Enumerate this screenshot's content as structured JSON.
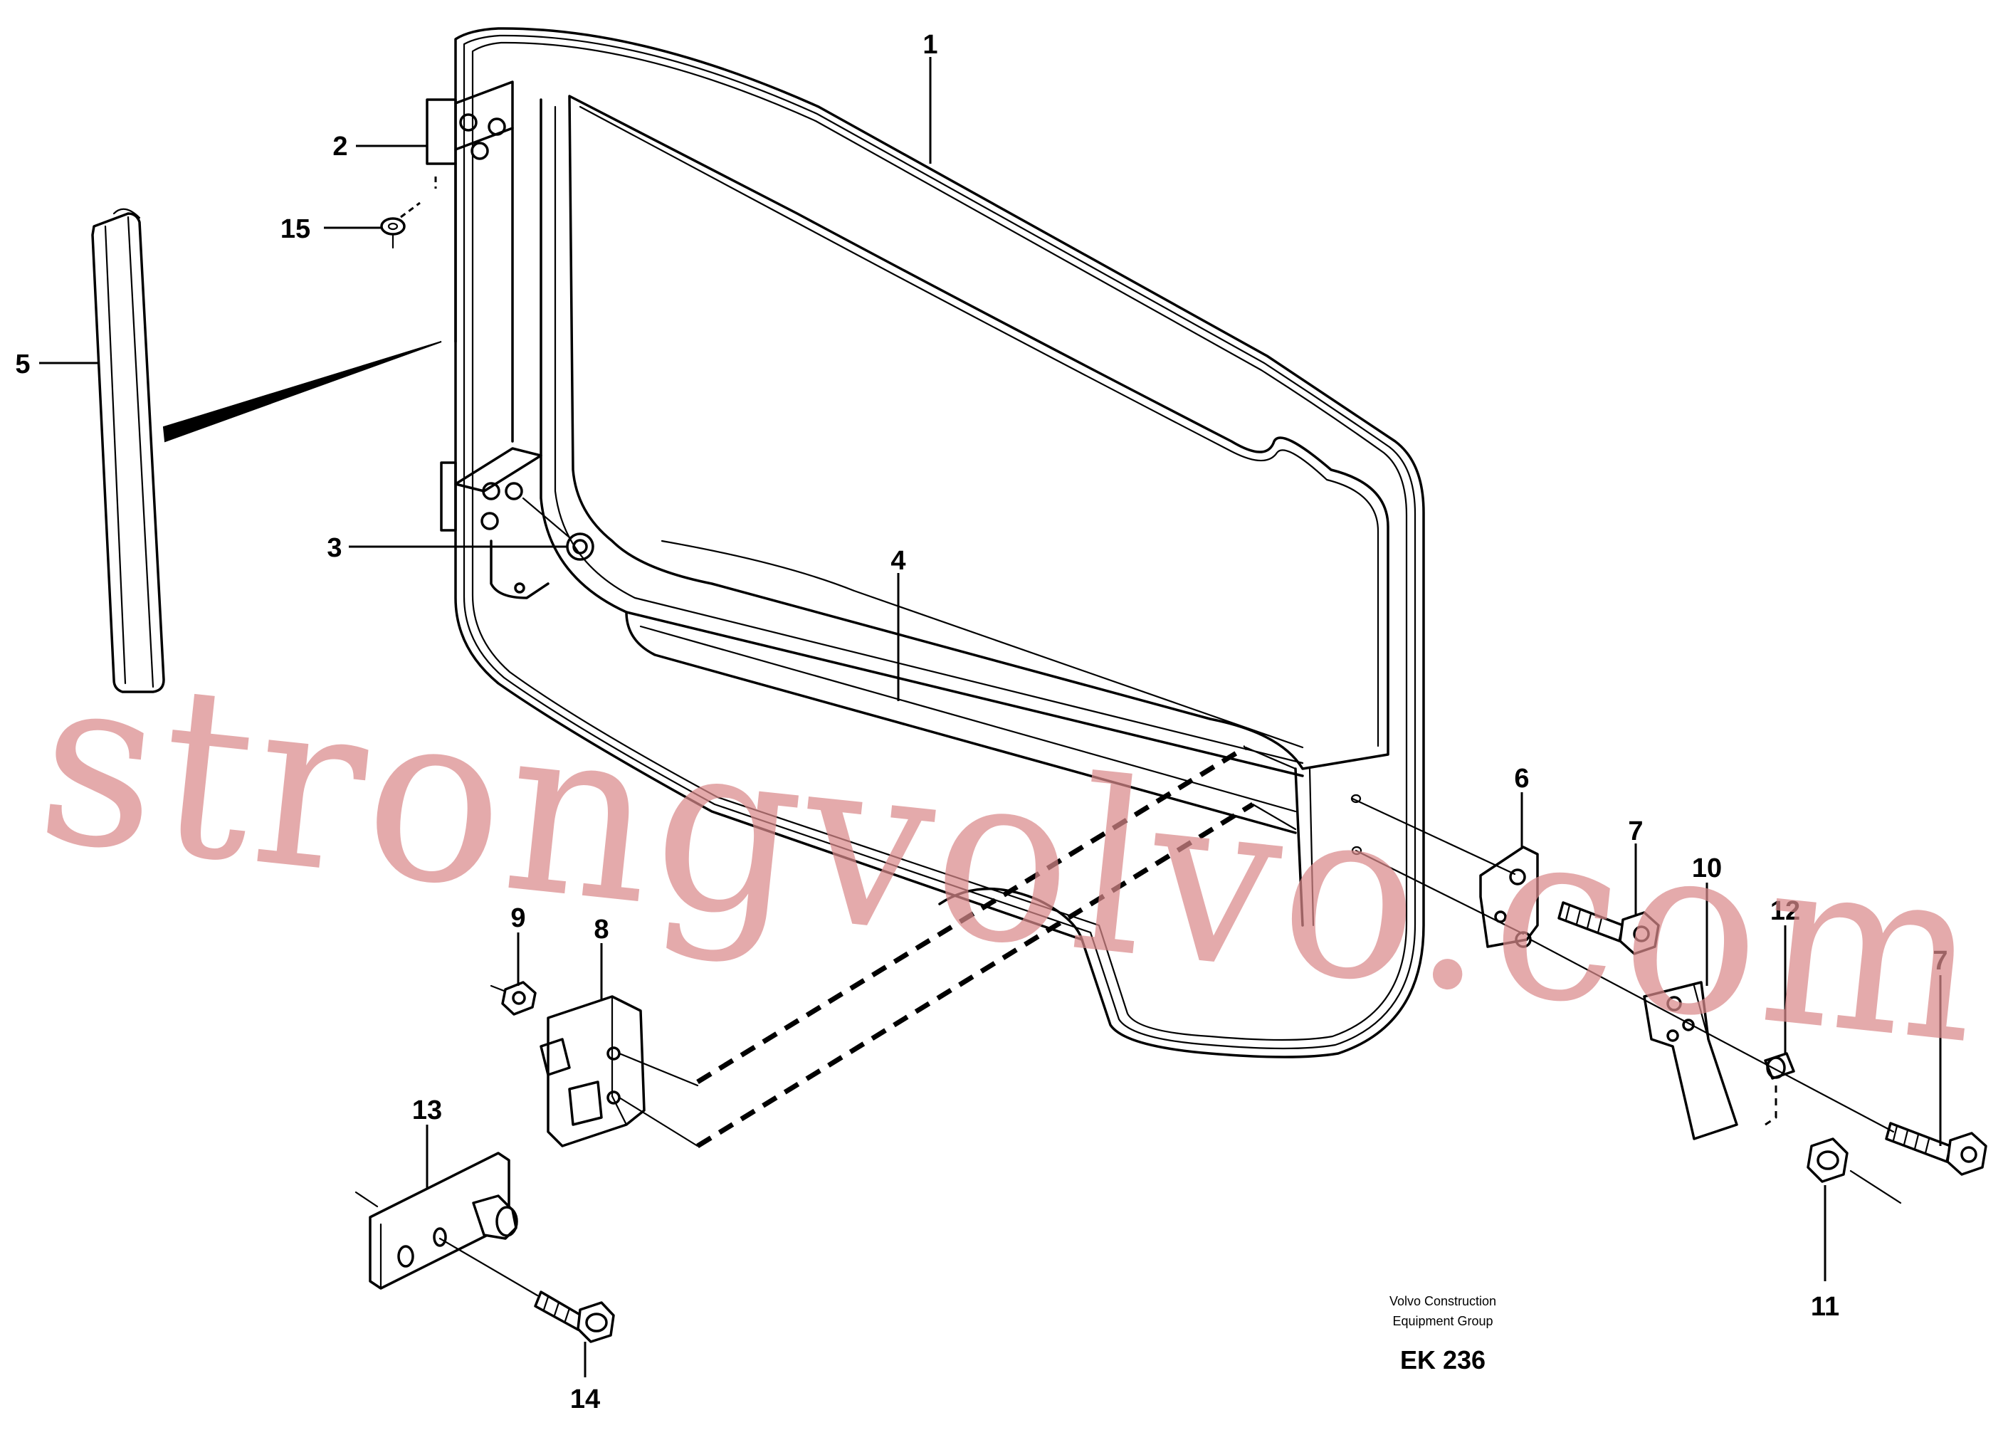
{
  "callouts": [
    "1",
    "2",
    "3",
    "4",
    "5",
    "6",
    "7",
    "7",
    "8",
    "9",
    "10",
    "11",
    "12",
    "13",
    "14",
    "15"
  ],
  "credit": {
    "line1": "Volvo Construction",
    "line2": "Equipment Group"
  },
  "drawing_code": "EK 236",
  "watermark": "strongvolvo.com",
  "colors": {
    "line": "#000000",
    "background": "#ffffff",
    "watermark": "#d9898b"
  }
}
